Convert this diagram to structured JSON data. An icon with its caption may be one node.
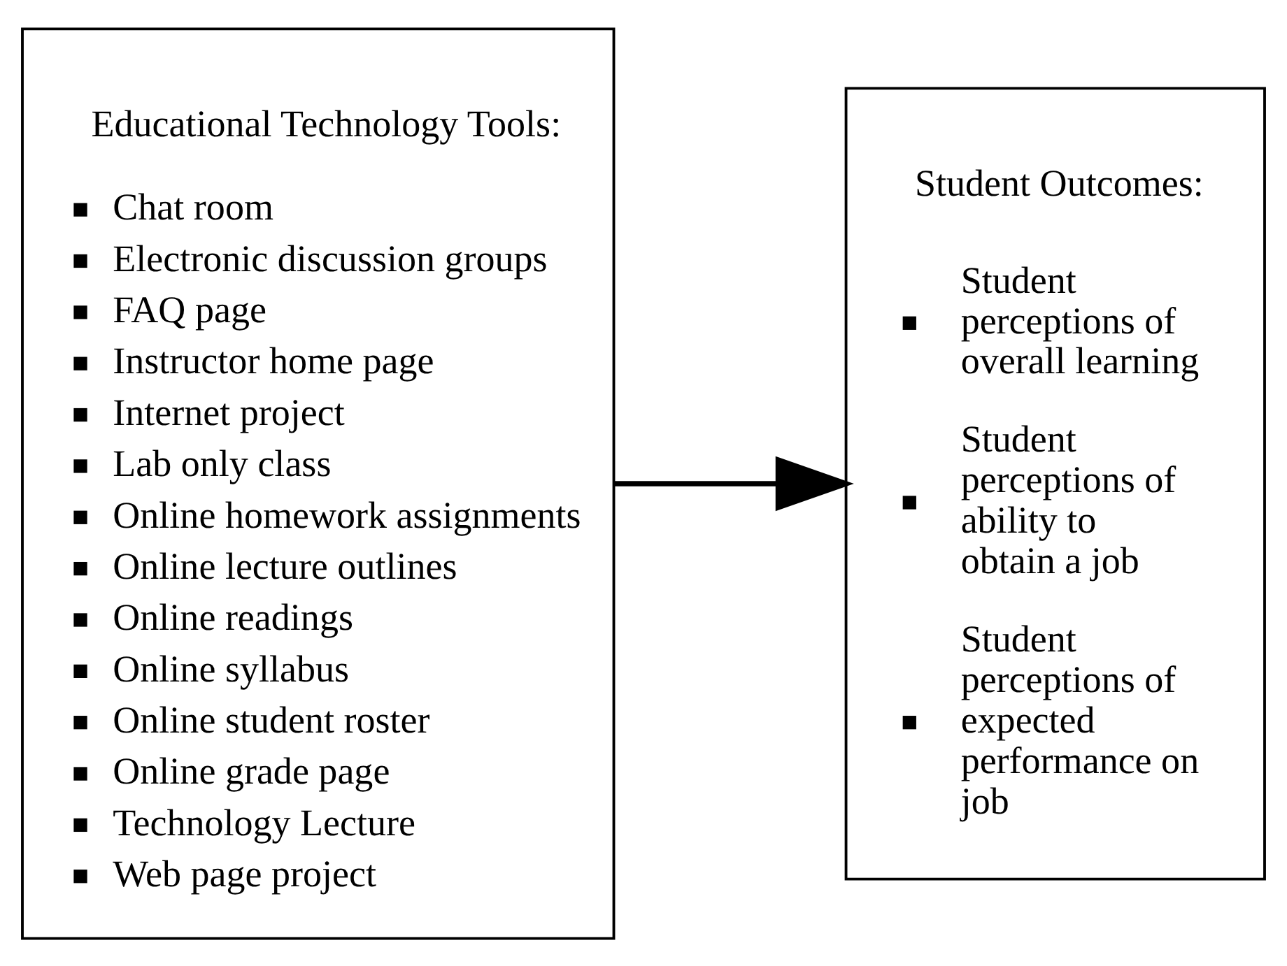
{
  "diagram": {
    "nodes": [
      {
        "text": [
          "Educational Technology Tools:",
          "Chat room",
          "Electronic discussion groups",
          "FAQ page",
          "Instructor home page",
          "Internet project",
          "Lab only class",
          "Online homework assignments",
          "Online lecture outlines",
          "Online readings",
          "Online syllabus",
          "Online student roster",
          "Online grade page",
          "Technology Lecture",
          "Web page project"
        ]
      },
      {
        "text": [
          "Student Outcomes:",
          "Student perceptions of overall learning",
          "Student perceptions of ability to obtain a job",
          "Student perceptions of expected performance on job"
        ]
      }
    ],
    "edges": [
      {
        "from": 0,
        "to": 1,
        "arrow": "to"
      }
    ]
  }
}
